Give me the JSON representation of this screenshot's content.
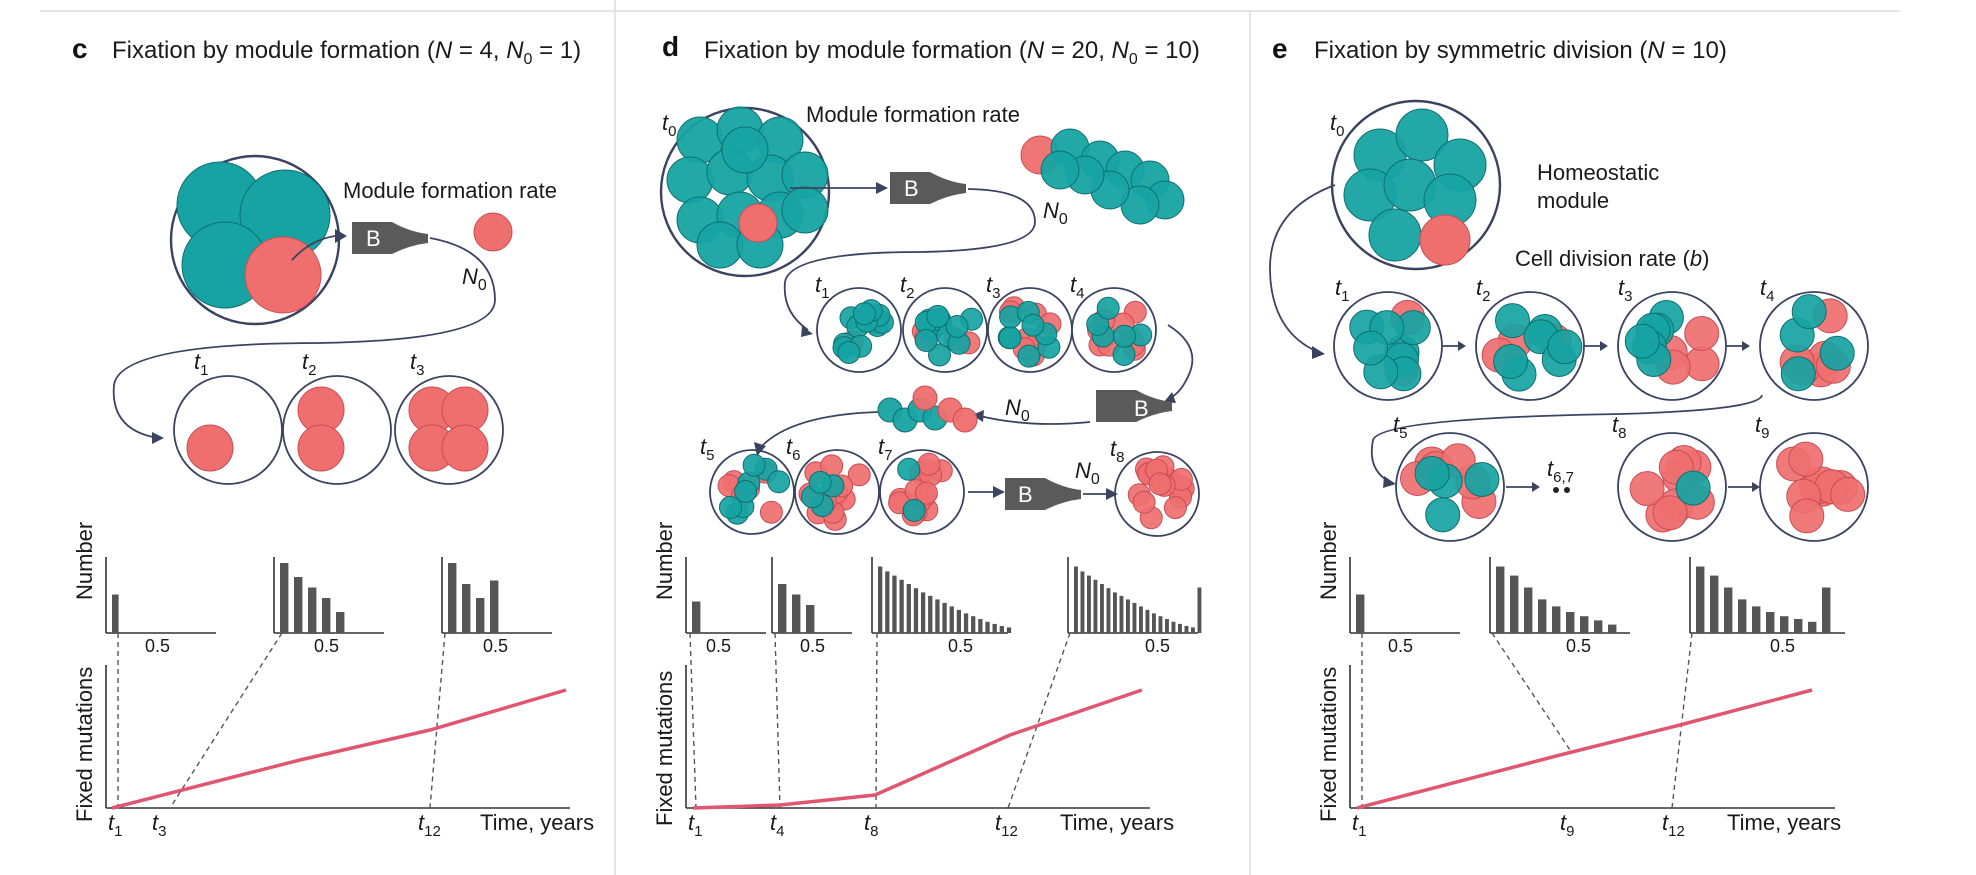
{
  "colors": {
    "wild_type": "#17a3a3",
    "mutant": "#ef6f6f",
    "curve": "#e05570",
    "module_outline": "#3a4460"
  },
  "panels": [
    {
      "letter": "c",
      "title_text": "Fixation by module formation (",
      "title_params": [
        {
          "name": "N",
          "sub": "",
          "value": " = 4"
        },
        {
          "name": "N",
          "sub": "0",
          "value": " = 1"
        }
      ],
      "labels": {
        "rate": "Module formation rate",
        "bottleneck": "B",
        "n0": "N",
        "n0_sub": "0"
      },
      "timepoints": [
        {
          "name": "t",
          "sub": "1"
        },
        {
          "name": "t",
          "sub": "2"
        },
        {
          "name": "t",
          "sub": "3"
        }
      ],
      "hist_tick": "0.5",
      "ylabel_top": "Number",
      "ylabel_bottom": "Fixed mutations",
      "xlabel": "Time, years",
      "x_ticks": [
        {
          "name": "t",
          "sub": "1"
        },
        {
          "name": "t",
          "sub": "3"
        },
        {
          "name": "t",
          "sub": "12"
        }
      ]
    },
    {
      "letter": "d",
      "title_text": "Fixation by module formation (",
      "title_params": [
        {
          "name": "N",
          "sub": "",
          "value": " = 20"
        },
        {
          "name": "N",
          "sub": "0",
          "value": " = 10"
        }
      ],
      "labels": {
        "rate": "Module formation rate",
        "bottleneck": "B",
        "n0": "N",
        "n0_sub": "0"
      },
      "timepoints": [
        {
          "name": "t",
          "sub": "0"
        },
        {
          "name": "t",
          "sub": "1"
        },
        {
          "name": "t",
          "sub": "2"
        },
        {
          "name": "t",
          "sub": "3"
        },
        {
          "name": "t",
          "sub": "4"
        },
        {
          "name": "t",
          "sub": "5"
        },
        {
          "name": "t",
          "sub": "6"
        },
        {
          "name": "t",
          "sub": "7"
        },
        {
          "name": "t",
          "sub": "8"
        }
      ],
      "hist_tick": "0.5",
      "ylabel_top": "Number",
      "ylabel_bottom": "Fixed mutations",
      "xlabel": "Time, years",
      "x_ticks": [
        {
          "name": "t",
          "sub": "1"
        },
        {
          "name": "t",
          "sub": "4"
        },
        {
          "name": "t",
          "sub": "8"
        },
        {
          "name": "t",
          "sub": "12"
        }
      ]
    },
    {
      "letter": "e",
      "title_text": "Fixation by symmetric division (",
      "title_params": [
        {
          "name": "N",
          "sub": "",
          "value": " = 10"
        }
      ],
      "labels": {
        "homeostatic": "Homeostatic",
        "module": "module",
        "division_rate": "Cell division rate (",
        "b": "b",
        "close": ")"
      },
      "timepoints": [
        {
          "name": "t",
          "sub": "0"
        },
        {
          "name": "t",
          "sub": "1"
        },
        {
          "name": "t",
          "sub": "2"
        },
        {
          "name": "t",
          "sub": "3"
        },
        {
          "name": "t",
          "sub": "4"
        },
        {
          "name": "t",
          "sub": "5"
        },
        {
          "name": "t",
          "sub": "6,7"
        },
        {
          "name": "t",
          "sub": "8"
        },
        {
          "name": "t",
          "sub": "9"
        }
      ],
      "hist_tick": "0.5",
      "ylabel_top": "Number",
      "ylabel_bottom": "Fixed mutations",
      "xlabel": "Time, years",
      "x_ticks": [
        {
          "name": "t",
          "sub": "1"
        },
        {
          "name": "t",
          "sub": "9"
        },
        {
          "name": "t",
          "sub": "12"
        }
      ]
    }
  ],
  "chart_data": [
    {
      "panel": "c",
      "type": "bar",
      "histograms": [
        {
          "at": "t1",
          "values": [
            0.55,
            0,
            0,
            0,
            0,
            0,
            0,
            0,
            0,
            0
          ]
        },
        {
          "at": "t3",
          "values": [
            1.0,
            0.8,
            0.65,
            0.5,
            0.3
          ]
        },
        {
          "at": "t12",
          "values": [
            1.0,
            0.7,
            0.5,
            0.75
          ]
        }
      ],
      "fixed_mutations_curve": {
        "type": "line",
        "shape": "increasing"
      }
    },
    {
      "panel": "d",
      "type": "bar",
      "histograms": [
        {
          "at": "t1",
          "values": [
            0.45
          ]
        },
        {
          "at": "t4",
          "values": [
            0.7,
            0.55,
            0.4
          ]
        },
        {
          "at": "t8",
          "values": [
            0.95,
            0.88,
            0.82,
            0.76,
            0.7,
            0.64,
            0.58,
            0.53,
            0.48,
            0.43,
            0.38,
            0.33,
            0.28,
            0.24,
            0.2,
            0.16,
            0.13,
            0.1,
            0.08
          ]
        },
        {
          "at": "t12",
          "values": [
            0.95,
            0.88,
            0.82,
            0.76,
            0.7,
            0.64,
            0.58,
            0.53,
            0.48,
            0.43,
            0.38,
            0.33,
            0.28,
            0.24,
            0.2,
            0.16,
            0.13,
            0.1,
            0.08,
            0.65
          ]
        }
      ],
      "fixed_mutations_curve": {
        "type": "line",
        "shape": "flat then increasing"
      }
    },
    {
      "panel": "e",
      "type": "bar",
      "histograms": [
        {
          "at": "t1",
          "values": [
            0.55
          ]
        },
        {
          "at": "t9",
          "values": [
            0.95,
            0.82,
            0.65,
            0.48,
            0.38,
            0.3,
            0.24,
            0.18,
            0.12
          ]
        },
        {
          "at": "t12",
          "values": [
            0.95,
            0.82,
            0.65,
            0.48,
            0.38,
            0.3,
            0.24,
            0.2,
            0.16,
            0.65
          ]
        }
      ],
      "fixed_mutations_curve": {
        "type": "line",
        "shape": "increasing"
      }
    }
  ]
}
